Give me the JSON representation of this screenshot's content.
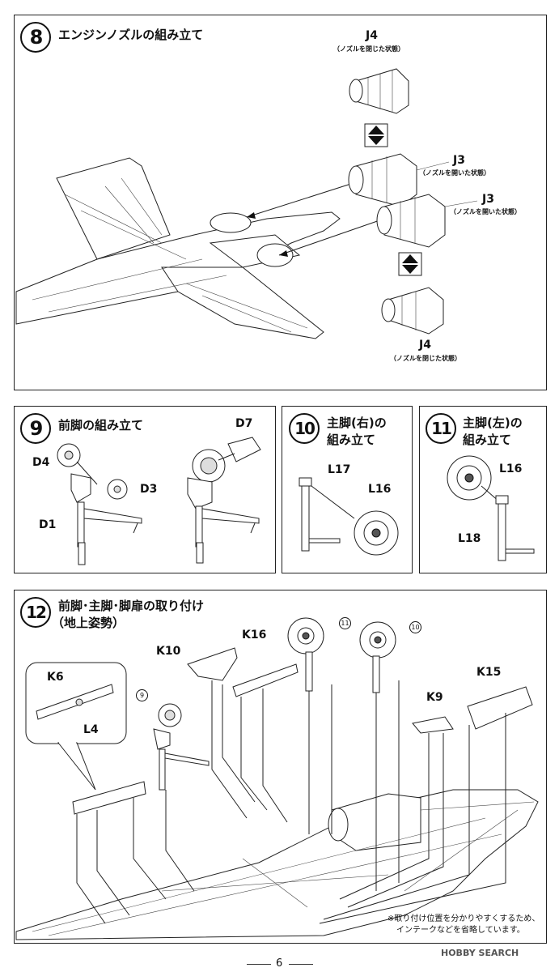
{
  "step8": {
    "num": "8",
    "title": "エンジンノズルの組み立て",
    "labels": {
      "j4_top": "J4",
      "j4_top_note": "（ノズルを閉じた状態）",
      "j3_a": "J3",
      "j3_a_note": "（ノズルを開いた状態）",
      "j3_b": "J3",
      "j3_b_note": "（ノズルを開いた状態）",
      "j4_bottom": "J4",
      "j4_bottom_note": "（ノズルを閉じた状態）"
    }
  },
  "step9": {
    "num": "9",
    "title": "前脚の組み立て",
    "labels": {
      "d4": "D4",
      "d3": "D3",
      "d1": "D1",
      "d7": "D7"
    }
  },
  "step10": {
    "num": "10",
    "title_line1": "主脚(右)の",
    "title_line2": "組み立て",
    "labels": {
      "l17": "L17",
      "l16": "L16"
    }
  },
  "step11": {
    "num": "11",
    "title_line1": "主脚(左)の",
    "title_line2": "組み立て",
    "labels": {
      "l16": "L16",
      "l18": "L18"
    }
  },
  "step12": {
    "num": "12",
    "title_line1": "前脚･主脚･脚扉の取り付け",
    "title_line2": "（地上姿勢）",
    "labels": {
      "k6": "K6",
      "l4": "L4",
      "k10": "K10",
      "k16": "K16",
      "k9": "K9",
      "k15": "K15",
      "ref9": "9",
      "ref11": "11",
      "ref10": "10"
    },
    "note_line1": "※取り付け位置を分かりやすくするため、",
    "note_line2": "インテークなどを省略しています。"
  },
  "watermark": "HOBBY SEARCH",
  "page_number": "6"
}
